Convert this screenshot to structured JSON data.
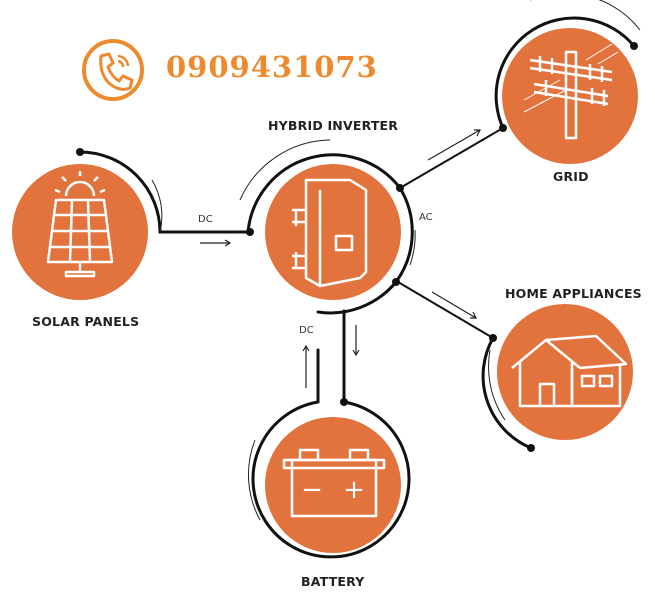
{
  "contact": {
    "phone": "0909431073",
    "icon": "phone-icon",
    "color": "#ee8a2e"
  },
  "nodes": {
    "solar": {
      "label": "SOLAR PANELS",
      "icon": "solar-panel-icon"
    },
    "inverter": {
      "label": "HYBRID INVERTER",
      "icon": "inverter-icon"
    },
    "grid": {
      "label": "GRID",
      "icon": "power-pole-icon"
    },
    "home": {
      "label": "HOME APPLIANCES",
      "icon": "house-icon"
    },
    "battery": {
      "label": "BATTERY",
      "icon": "battery-icon",
      "symbols": {
        "minus": "−",
        "plus": "+"
      }
    }
  },
  "connections": {
    "solar_to_inverter": "DC",
    "inverter_ac": "AC",
    "battery_to_inverter": "DC"
  },
  "colors": {
    "node_fill": "#e2733d",
    "line": "#111111",
    "icon_stroke": "#ffffff"
  }
}
